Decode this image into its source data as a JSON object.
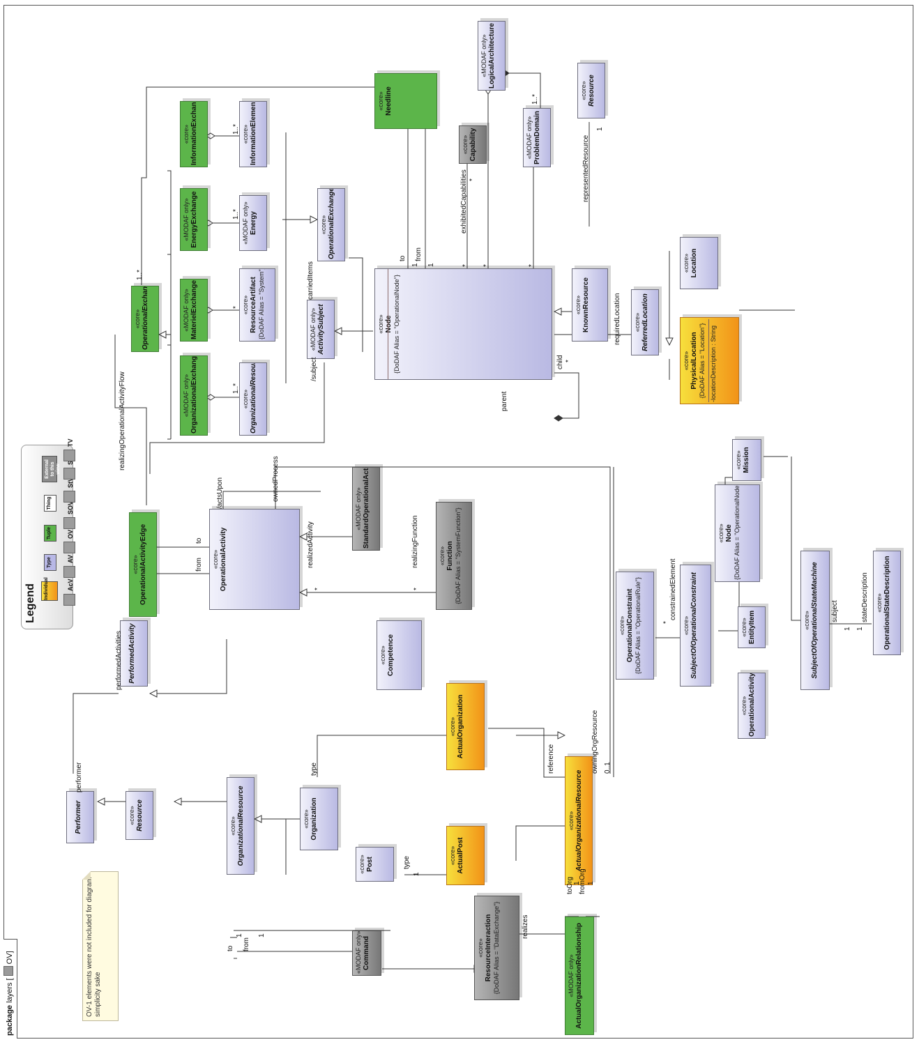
{
  "package": {
    "keyword": "package",
    "name": "layers",
    "view": "OV"
  },
  "note": {
    "text": "OV-1 elements were not included for diagram simplicity sake"
  },
  "legend": {
    "title": "Legend",
    "kinds": [
      {
        "label": "Individual",
        "color": "#f5b62a"
      },
      {
        "label": "Type",
        "color": "#b8b8e6"
      },
      {
        "label": "Tuple",
        "color": "#5cb54a"
      },
      {
        "label": "Thing",
        "color": "#ffffff"
      },
      {
        "label": "External to this view",
        "color": "#8c8c8c"
      }
    ],
    "views": [
      "AcV",
      "AV",
      "OV",
      "SOV",
      "StV",
      "SV",
      "TV"
    ]
  },
  "elements": {
    "operationalExchange": {
      "stereo": "«core»",
      "name": "OperationalExchange"
    },
    "informationExchange": {
      "stereo": "«core»",
      "name": "InformationExchange"
    },
    "energyExchange": {
      "stereo": "«MODAF only»",
      "name": "EnergyExchange"
    },
    "materielExchange": {
      "stereo": "«MODAF only»",
      "name": "MaterielExchange"
    },
    "organizationalExchange": {
      "stereo": "«MODAF only»",
      "name": "OrganizationalExchange"
    },
    "informationElement": {
      "stereo": "«core»",
      "name": "InformationElement"
    },
    "energy": {
      "stereo": "«MODAF only»",
      "name": "Energy"
    },
    "resourceArtifact": {
      "stereo": "«core»",
      "name": "ResourceArtifact",
      "tag": "{DoDAF Alias = \"System\"}"
    },
    "organizationalResourceTop": {
      "stereo": "«core»",
      "name": "OrganizationalResource"
    },
    "operationalExchangeItem": {
      "stereo": "«core»",
      "name": "OperationalExchangeItem"
    },
    "activitySubject": {
      "stereo": "«MODAF only»",
      "name": "ActivitySubject"
    },
    "needline": {
      "stereo": "«core»",
      "name": "Needline"
    },
    "capability": {
      "stereo": "«core»",
      "name": "Capability"
    },
    "logicalArchitecture": {
      "stereo": "«MODAF only»",
      "name": "LogicalArchitecture"
    },
    "problemDomain": {
      "stereo": "«MODAF only»",
      "name": "ProblemDomain"
    },
    "resourceTop": {
      "stereo": "«core»",
      "name": "Resource"
    },
    "node": {
      "stereo": "«core»",
      "name": "Node",
      "tag": "{DoDAF Alias = \"OperationalNode\"}"
    },
    "knownResource": {
      "stereo": "«core»",
      "name": "KnownResource"
    },
    "location": {
      "stereo": "«core»",
      "name": "Location"
    },
    "referredLocation": {
      "stereo": "«core»",
      "name": "ReferredLocation"
    },
    "physicalLocation": {
      "stereo": "«core»",
      "name": "PhysicalLocation",
      "tag": "{DoDAF Alias = \"Location\"}",
      "attr": "-locationDescription : String"
    },
    "operationalActivityEdge": {
      "stereo": "«core»",
      "name": "OperationalActivityEdge"
    },
    "operationalActivity": {
      "stereo": "«core»",
      "name": "OperationalActivity"
    },
    "standardOperationalActivity": {
      "stereo": "«MODAF only»",
      "name": "StandardOperationalActivity"
    },
    "function": {
      "stereo": "«core»",
      "name": "Function",
      "tag": "{DoDAF Alias = \"SystemFunction\"}"
    },
    "performedActivity": {
      "stereo": "",
      "name": "PerformedActivity"
    },
    "competence": {
      "stereo": "«core»",
      "name": "Competence"
    },
    "mission": {
      "stereo": "«core»",
      "name": "Mission"
    },
    "nodeRight": {
      "stereo": "«core»",
      "name": "Node",
      "tag": "{DoDAF Alias = \"OperationalNode\"}"
    },
    "entityItem": {
      "stereo": "«core»",
      "name": "EntityItem"
    },
    "operationalActivityRight": {
      "stereo": "«core»",
      "name": "OperationalActivity"
    },
    "operationalConstraint": {
      "stereo": "«core»",
      "name": "OperationalConstraint",
      "tag": "{DoDAF Alias = \"OperationalRule\"}"
    },
    "subjectOfOperationalConstraint": {
      "stereo": "«core»",
      "name": "SubjectOfOperationalConstraint"
    },
    "subjectOfOperationalStateMachine": {
      "stereo": "«core»",
      "name": "SubjectOfOperationalStateMachine"
    },
    "operationalStateDescription": {
      "stereo": "«core»",
      "name": "OperationalStateDescription"
    },
    "performer": {
      "stereo": "",
      "name": "Performer"
    },
    "resource": {
      "stereo": "«core»",
      "name": "Resource"
    },
    "organizationalResource": {
      "stereo": "«core»",
      "name": "OrganizationalResource"
    },
    "organization": {
      "stereo": "«core»",
      "name": "Organization"
    },
    "post": {
      "stereo": "«core»",
      "name": "Post"
    },
    "actualOrganization": {
      "stereo": "«core»",
      "name": "ActualOrganization"
    },
    "actualPost": {
      "stereo": "«core»",
      "name": "ActualPost"
    },
    "actualOrganizationalResource": {
      "stereo": "«core»",
      "name": "ActualOrganizationalResource"
    },
    "command": {
      "stereo": "«MODAF only»",
      "name": "Command"
    },
    "resourceInteraction": {
      "stereo": "«core»",
      "name": "ResourceInteraction",
      "tag": "{DoDAF Alias = \"DataExchange\"}"
    },
    "actualOrganizationRelationship": {
      "stereo": "«MODAF only»",
      "name": "ActualOrganizationRelationship"
    }
  },
  "labels": {
    "oe_mult": "1..*",
    "ie_mult": "1..*",
    "en_mult": "1..*",
    "ra_mult": "*",
    "or_mult": "1..*",
    "carriedItems": "carriedItems",
    "subject": "/subject",
    "to": "to",
    "from": "from",
    "nl_to_mult": "1",
    "nl_from_mult": "1",
    "exhibitedCapabilities": "exhibitedCapabilities",
    "cap_star1": "*",
    "cap_star2": "*",
    "la_star": "*",
    "la_mult": "1..*",
    "pd_star": "*",
    "representedResource": "representedResource",
    "rr_mult": "1",
    "requiredLocation": "requiredLocation",
    "child": "child",
    "child_mult": "*",
    "parent": "parent",
    "realizingOperationalActivityFlow": "realizingOperationalActivityFlow",
    "actsUpon": "/actsUpon",
    "ownedProcess": "ownedProcess",
    "edge_to": "to",
    "edge_from": "from",
    "realizedActivity": "realizedActivity",
    "ra_star": "*",
    "realizingFunction": "realizingFunction",
    "rf_star": "*",
    "performedActivities": "performedActivities",
    "performer": "performer",
    "type1": "type",
    "type2": "type",
    "type2_mult": "1",
    "reference": "reference",
    "owningOrgResource": "owningOrgResource",
    "oor_mult": "0..1",
    "cmd_to": "to",
    "cmd_from": "from",
    "cmd_to_mult": "1",
    "cmd_from_mult": "1",
    "toOrg": "toOrg",
    "fromOrg": "fromOrg",
    "toOrg_mult": "1",
    "fromOrg_mult": "1",
    "realizes": "realizes",
    "constrainedElement": "constrainedElement",
    "ce_star": "*",
    "subject2": "subject",
    "subj_mult": "1",
    "stateDescription": "stateDescription",
    "sd_mult": "1"
  }
}
